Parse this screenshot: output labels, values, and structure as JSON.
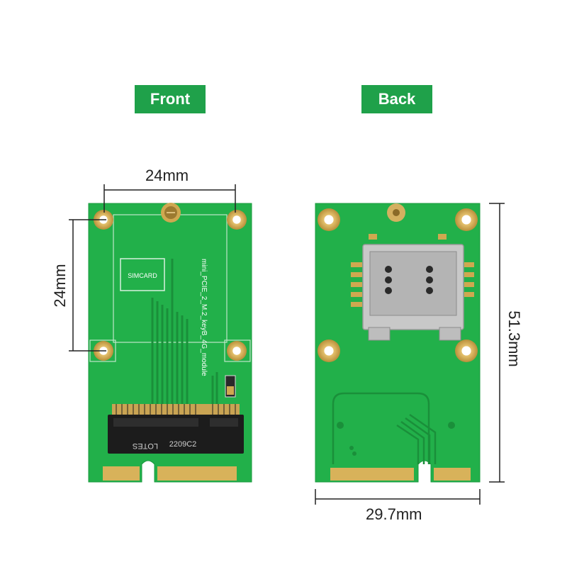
{
  "labels": {
    "front": "Front",
    "back": "Back"
  },
  "dimensions": {
    "front_width": "24mm",
    "front_height": "24mm",
    "back_height": "51.3mm",
    "back_width": "29.7mm"
  },
  "front_board": {
    "simcard_text": "SIMCARD",
    "silkscreen": "mini_PCIE_2_M.2_keyB_4G_module",
    "connector_brand": "LOTES",
    "connector_code": "2209C2"
  },
  "colors": {
    "label_bg": "#1fa14a",
    "pcb": "#22b04a",
    "gold": "#d8b25a"
  }
}
